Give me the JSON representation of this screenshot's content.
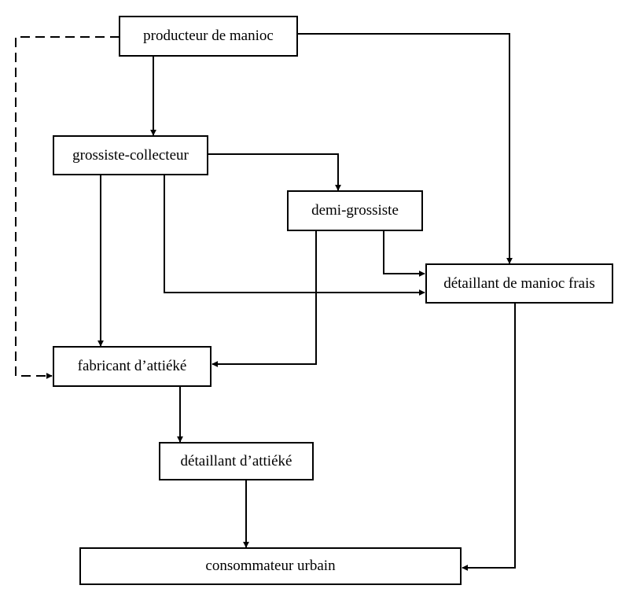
{
  "nodes": {
    "producteur": "producteur de manioc",
    "grossiste_collecteur": "grossiste-collecteur",
    "demi_grossiste": "demi-grossiste",
    "detaillant_frais": "détaillant de manioc frais",
    "fabricant": "fabricant d’attiéké",
    "detaillant_attieke": "détaillant d’attiéké",
    "consommateur": "consommateur urbain"
  },
  "edges": [
    {
      "from": "producteur",
      "to": "grossiste_collecteur",
      "style": "solid"
    },
    {
      "from": "producteur",
      "to": "detaillant_frais",
      "style": "solid"
    },
    {
      "from": "producteur",
      "to": "fabricant",
      "style": "dashed"
    },
    {
      "from": "grossiste_collecteur",
      "to": "demi_grossiste",
      "style": "solid"
    },
    {
      "from": "grossiste_collecteur",
      "to": "fabricant",
      "style": "solid"
    },
    {
      "from": "grossiste_collecteur",
      "to": "detaillant_frais",
      "style": "solid"
    },
    {
      "from": "demi_grossiste",
      "to": "detaillant_frais",
      "style": "solid"
    },
    {
      "from": "demi_grossiste",
      "to": "fabricant",
      "style": "solid"
    },
    {
      "from": "fabricant",
      "to": "detaillant_attieke",
      "style": "solid"
    },
    {
      "from": "detaillant_attieke",
      "to": "consommateur",
      "style": "solid"
    },
    {
      "from": "detaillant_frais",
      "to": "consommateur",
      "style": "solid"
    }
  ]
}
